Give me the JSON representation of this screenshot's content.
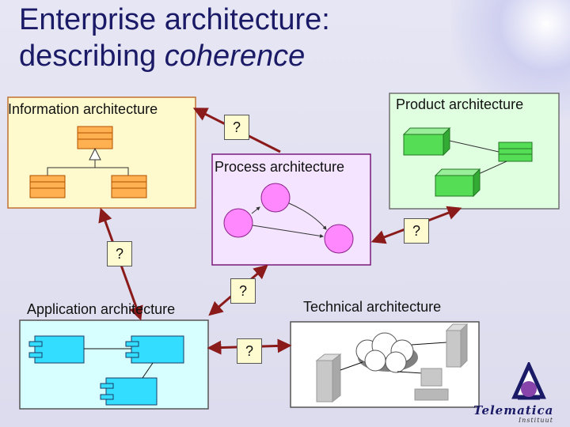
{
  "title": {
    "line1": "Enterprise architecture:",
    "line2_prefix": "describing ",
    "line2_emphasis": "coherence"
  },
  "boxes": {
    "information": {
      "label": "Information architecture",
      "color": "#fffacd"
    },
    "product": {
      "label": "Product architecture",
      "color": "#e0ffe0"
    },
    "process": {
      "label": "Process architecture",
      "color": "#f4e4ff"
    },
    "application": {
      "label": "Application architecture",
      "color": "#d8ffff"
    },
    "technical": {
      "label": "Technical architecture",
      "color": "#ffffff"
    }
  },
  "questions": {
    "q_info_process": "?",
    "q_process_product": "?",
    "q_info_application": "?",
    "q_process_application": "?",
    "q_application_technical": "?"
  },
  "logo": {
    "word": "Telematica",
    "sub": "Instituut"
  },
  "colors": {
    "title": "#1a1a66",
    "arrow": "#8b1a1a",
    "class_box": "#ffb050",
    "product_box": "#55dd55",
    "process_node": "#ff88ff",
    "component_box": "#33ddff"
  }
}
